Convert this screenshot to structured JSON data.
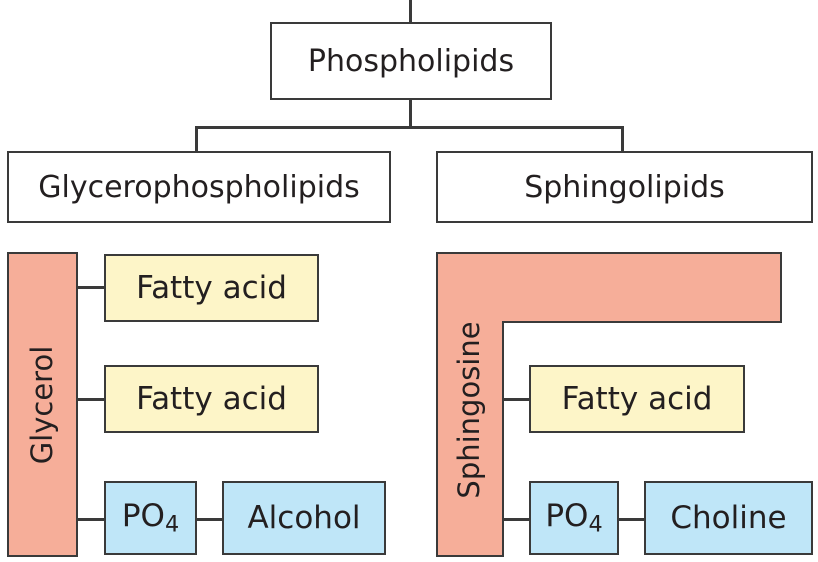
{
  "root": {
    "label": "Phospholipids"
  },
  "left": {
    "header": "Glycerophospholipids",
    "backbone": "Glycerol",
    "fatty_acid_1": "Fatty acid",
    "fatty_acid_2": "Fatty acid",
    "phosphate_main": "PO",
    "phosphate_sub": "4",
    "head": "Alcohol"
  },
  "right": {
    "header": "Sphingolipids",
    "backbone": "Sphingosine",
    "fatty_acid": "Fatty acid",
    "phosphate_main": "PO",
    "phosphate_sub": "4",
    "head": "Choline"
  },
  "colors": {
    "backbone": "#f6ae99",
    "fatty_acid": "#fdf5c8",
    "phosphate": "#bfe6f8",
    "header": "#ffffff"
  }
}
